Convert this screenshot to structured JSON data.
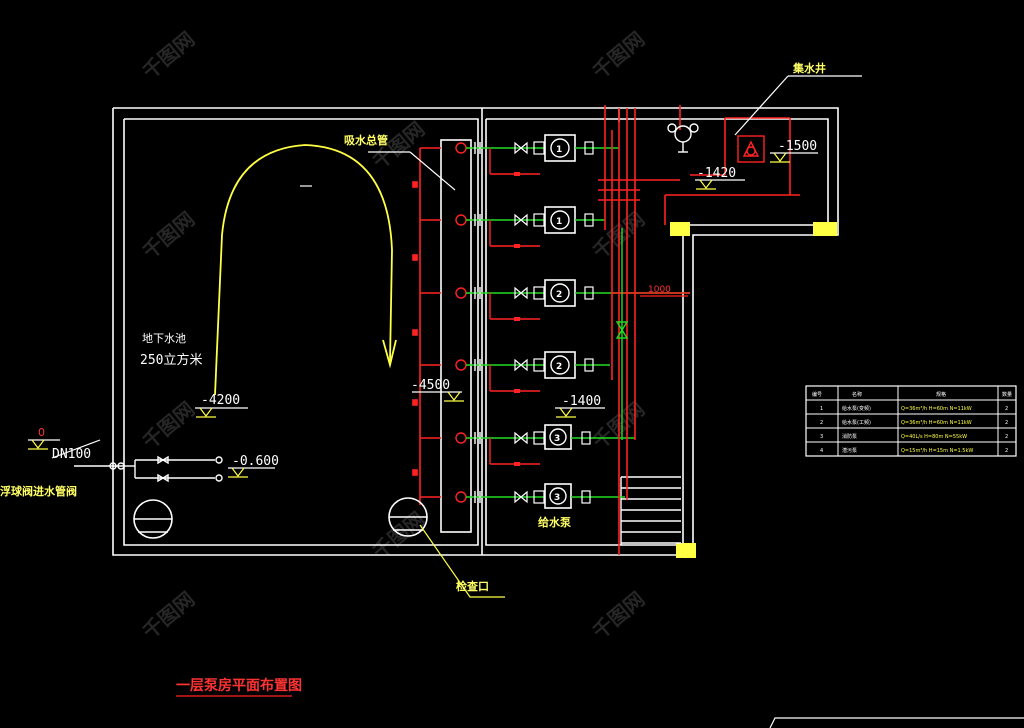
{
  "drawing": {
    "title": "一层泵房平面布置图",
    "labels": {
      "sump": "集水井",
      "manifold": "吸水总管",
      "tank_name": "地下水池",
      "tank_volume": "250立方米",
      "pipe_size": "DN100",
      "inlet_valve": "浮球阀进水管阀",
      "manhole": "检查口",
      "pump_group": "给水泵",
      "dim_1000": "1000"
    },
    "elevations": {
      "e_0": "0",
      "e_4200": "-4200",
      "e_4500": "-4500",
      "e_0600": "-0.600",
      "e_1400": "-1400",
      "e_1420": "-1420",
      "e_1500": "-1500"
    },
    "pump_numbers": [
      "1",
      "1",
      "2",
      "2",
      "3",
      "3"
    ]
  },
  "legend_table": {
    "headers": [
      "编号",
      "名称",
      "规格",
      "数量"
    ],
    "rows": [
      [
        "1",
        "给水泵(变频)",
        "Q=36m³/h H=60m N=11kW",
        "2"
      ],
      [
        "2",
        "给水泵(工频)",
        "Q=36m³/h H=60m N=11kW",
        "2"
      ],
      [
        "3",
        "消防泵",
        "Q=40L/s H=80m N=55kW",
        "2"
      ],
      [
        "4",
        "潜污泵",
        "Q=15m³/h H=15m N=1.5kW",
        "2"
      ]
    ]
  },
  "colors": {
    "wall": "#ffffff",
    "pipe_red": "#ff2222",
    "pipe_green": "#22dd22",
    "yellow": "#ffff44",
    "background": "#000000"
  }
}
